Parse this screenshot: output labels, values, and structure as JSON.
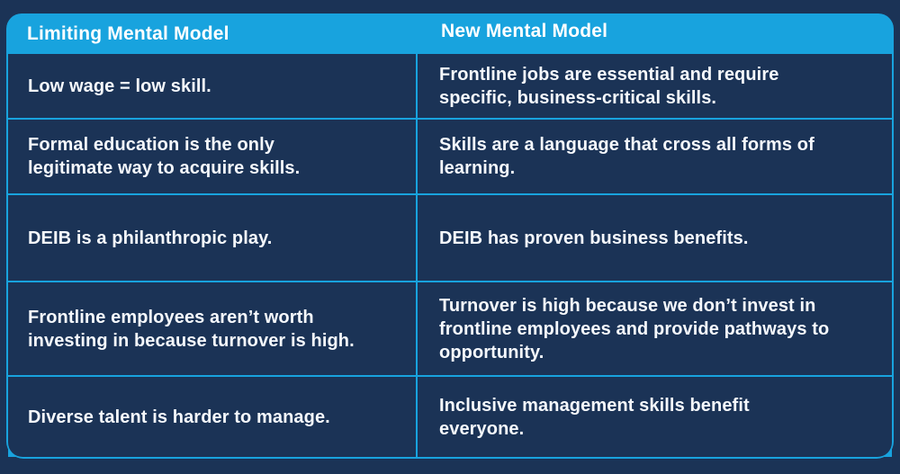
{
  "colors": {
    "background": "#1b3356",
    "cell_background": "#1b3356",
    "header_background": "#18a3de",
    "border": "#18a3de",
    "header_text": "#ffffff",
    "cell_text": "#f5f8fc"
  },
  "table": {
    "columns": [
      {
        "header": "Limiting Mental Model"
      },
      {
        "header": "New Mental Model"
      }
    ],
    "rows": [
      {
        "limiting": "Low wage = low skill.",
        "new": "Frontline jobs are essential and require\nspecific, business-critical skills."
      },
      {
        "limiting": "Formal education is the only\nlegitimate way to acquire skills.",
        "new": "Skills are a language that cross all forms of\nlearning."
      },
      {
        "limiting": "DEIB is a philanthropic play.",
        "new": "DEIB has proven business benefits."
      },
      {
        "limiting": "Frontline employees aren’t worth\ninvesting in because turnover is high.",
        "new": "Turnover is high because we don’t invest in\nfrontline employees and provide pathways to\nopportunity."
      },
      {
        "limiting": "Diverse talent is harder to manage.",
        "new": "Inclusive management skills benefit\neveryone."
      }
    ]
  }
}
